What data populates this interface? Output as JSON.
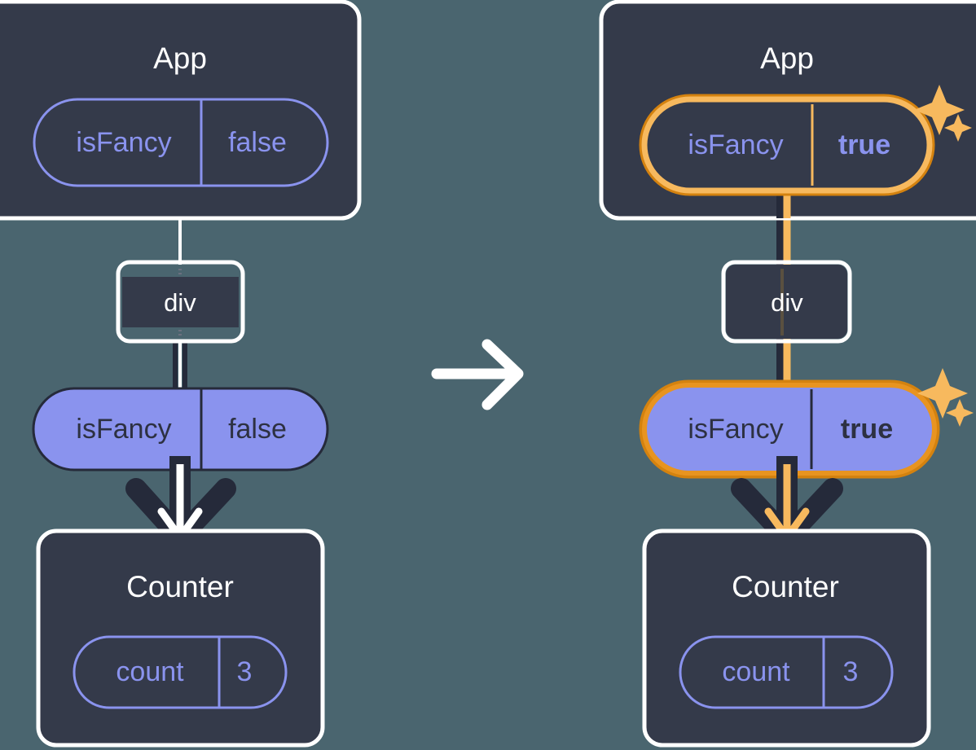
{
  "diagram": {
    "title": "React state update: isFancy prop flows from App to Counter",
    "background_color": "#4a656f",
    "panel_fill": "#343a4a",
    "panel_stroke": "#ffffff",
    "accent_purple": "#8a93ee",
    "accent_orange": "#f5b councils",
    "orange_light": "#f7b95e",
    "orange_dark": "#d4820f",
    "dark_navy": "#252a3a",
    "white": "#ffffff"
  },
  "left": {
    "app": {
      "title": "App",
      "state": {
        "key": "isFancy",
        "value": "false",
        "style": "outline",
        "highlighted": false
      }
    },
    "div": {
      "label": "div"
    },
    "prop": {
      "key": "isFancy",
      "value": "false",
      "style": "filled",
      "highlighted": false
    },
    "counter": {
      "title": "Counter",
      "state": {
        "key": "count",
        "value": "3",
        "style": "outline",
        "highlighted": false
      }
    }
  },
  "transition": {
    "icon": "right-arrow-icon",
    "color": "#ffffff"
  },
  "right": {
    "app": {
      "title": "App",
      "state": {
        "key": "isFancy",
        "value": "true",
        "style": "outline",
        "highlighted": true,
        "sparkle": true
      }
    },
    "div": {
      "label": "div"
    },
    "prop": {
      "key": "isFancy",
      "value": "true",
      "style": "filled",
      "highlighted": true,
      "sparkle": true
    },
    "counter": {
      "title": "Counter",
      "state": {
        "key": "count",
        "value": "3",
        "style": "outline",
        "highlighted": false
      }
    }
  }
}
